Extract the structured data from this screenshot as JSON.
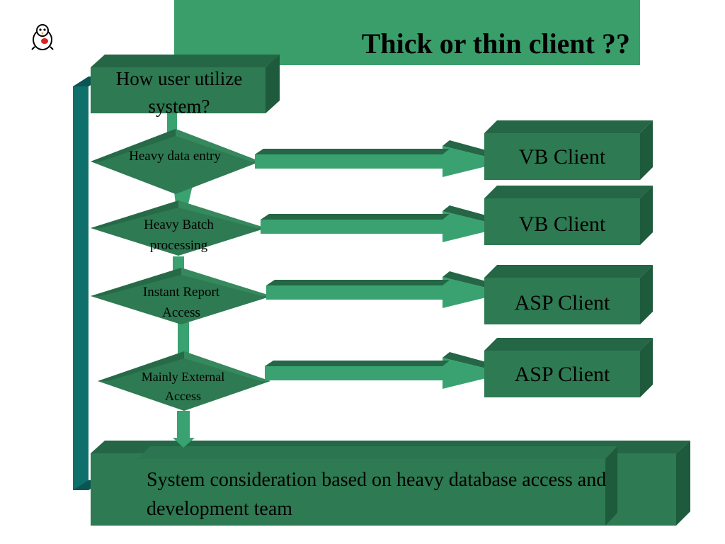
{
  "slide": {
    "title": "Thick or thin client ??",
    "start_box": "How user utilize system?",
    "decisions": [
      {
        "label": "Heavy data entry",
        "outcome": "VB Client"
      },
      {
        "label": "Heavy Batch processing",
        "outcome": "VB Client"
      },
      {
        "label": "Instant Report Access",
        "outcome": "ASP Client"
      },
      {
        "label": "Mainly External Access",
        "outcome": "ASP Client"
      }
    ],
    "bottom_box": "System consideration based on heavy database access and development team"
  },
  "colors": {
    "title_bar": "#3a9e6a",
    "box_front": "#2e7a52",
    "box_top": "#246645",
    "box_side": "#1e5a3c",
    "arrow": "#3aa270",
    "loop_bar": "#0f6f6a"
  },
  "icons": {
    "logo": "penguin-mascot-icon"
  }
}
